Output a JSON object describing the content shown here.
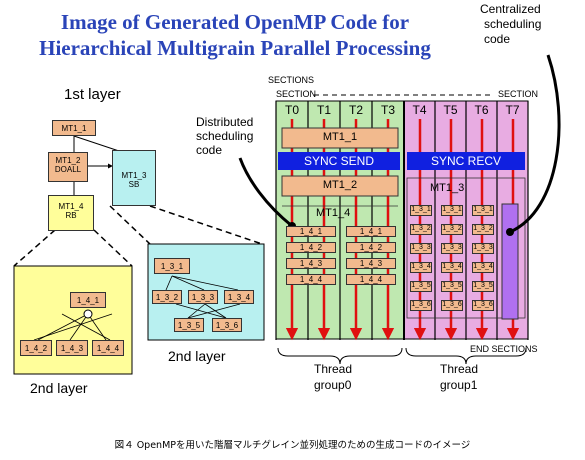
{
  "title": {
    "line1": "Image of Generated OpenMP Code for",
    "line2": "Hierarchical Multigrain Parallel Processing"
  },
  "annotations": {
    "centralized_1": "Centralized",
    "centralized_2": "scheduling",
    "centralized_3": "code",
    "distributed_1": "Distributed",
    "distributed_2": "scheduling",
    "distributed_3": "code",
    "sections": "SECTIONS",
    "section_left": "SECTION",
    "section_right": "SECTION",
    "end_sections": "END SECTIONS",
    "first_layer": "1st layer",
    "second_layer_left": "2nd layer",
    "second_layer_right": "2nd layer"
  },
  "threads": [
    "T0",
    "T1",
    "T2",
    "T3",
    "T4",
    "T5",
    "T6",
    "T7"
  ],
  "sync_send": "SYNC SEND",
  "sync_recv": "SYNC RECV",
  "tasks": {
    "mt1_1": "MT1_1",
    "mt1_2": "MT1_2",
    "mt1_3": "MT1_3",
    "mt1_4": "MT1_4"
  },
  "group0_blocks": [
    "1_4_1",
    "1_4_2",
    "1_4_3",
    "1_4_4"
  ],
  "group1_blocks": [
    "1_3_1",
    "1_3_2",
    "1_3_3",
    "1_3_4",
    "1_3_5",
    "1_3_6"
  ],
  "layer1": {
    "mt1_1": "MT1_1",
    "mt1_2_a": "MT1_2",
    "mt1_2_b": "DOALL",
    "mt1_3_a": "MT1_3",
    "mt1_3_b": "SB",
    "mt1_4_a": "MT1_4",
    "mt1_4_b": "RB"
  },
  "layer2_left": {
    "top": "1_4_1",
    "bottom": [
      "1_4_2",
      "1_4_3",
      "1_4_4"
    ]
  },
  "layer2_right": {
    "nodes": [
      "1_3_1",
      "1_3_2",
      "1_3_3",
      "1_3_4",
      "1_3_5",
      "1_3_6"
    ]
  },
  "group0_label_1": "Thread",
  "group0_label_2": "group0",
  "group1_label_1": "Thread",
  "group1_label_2": "group1",
  "caption": "図４ OpenMPを用いた階層マルチグレイン並列処理のための生成コードのイメージ",
  "colors": {
    "title": "#2a44b8",
    "group0_bg": "#bfe8b0",
    "group1_bg": "#e8ace2",
    "task_box": "#f2ba8e",
    "sync_bar": "#1020e0",
    "arrow": "#e01010",
    "layer2_left_bg": "#fffe9a",
    "layer2_right_bg": "#b8f0f0"
  }
}
